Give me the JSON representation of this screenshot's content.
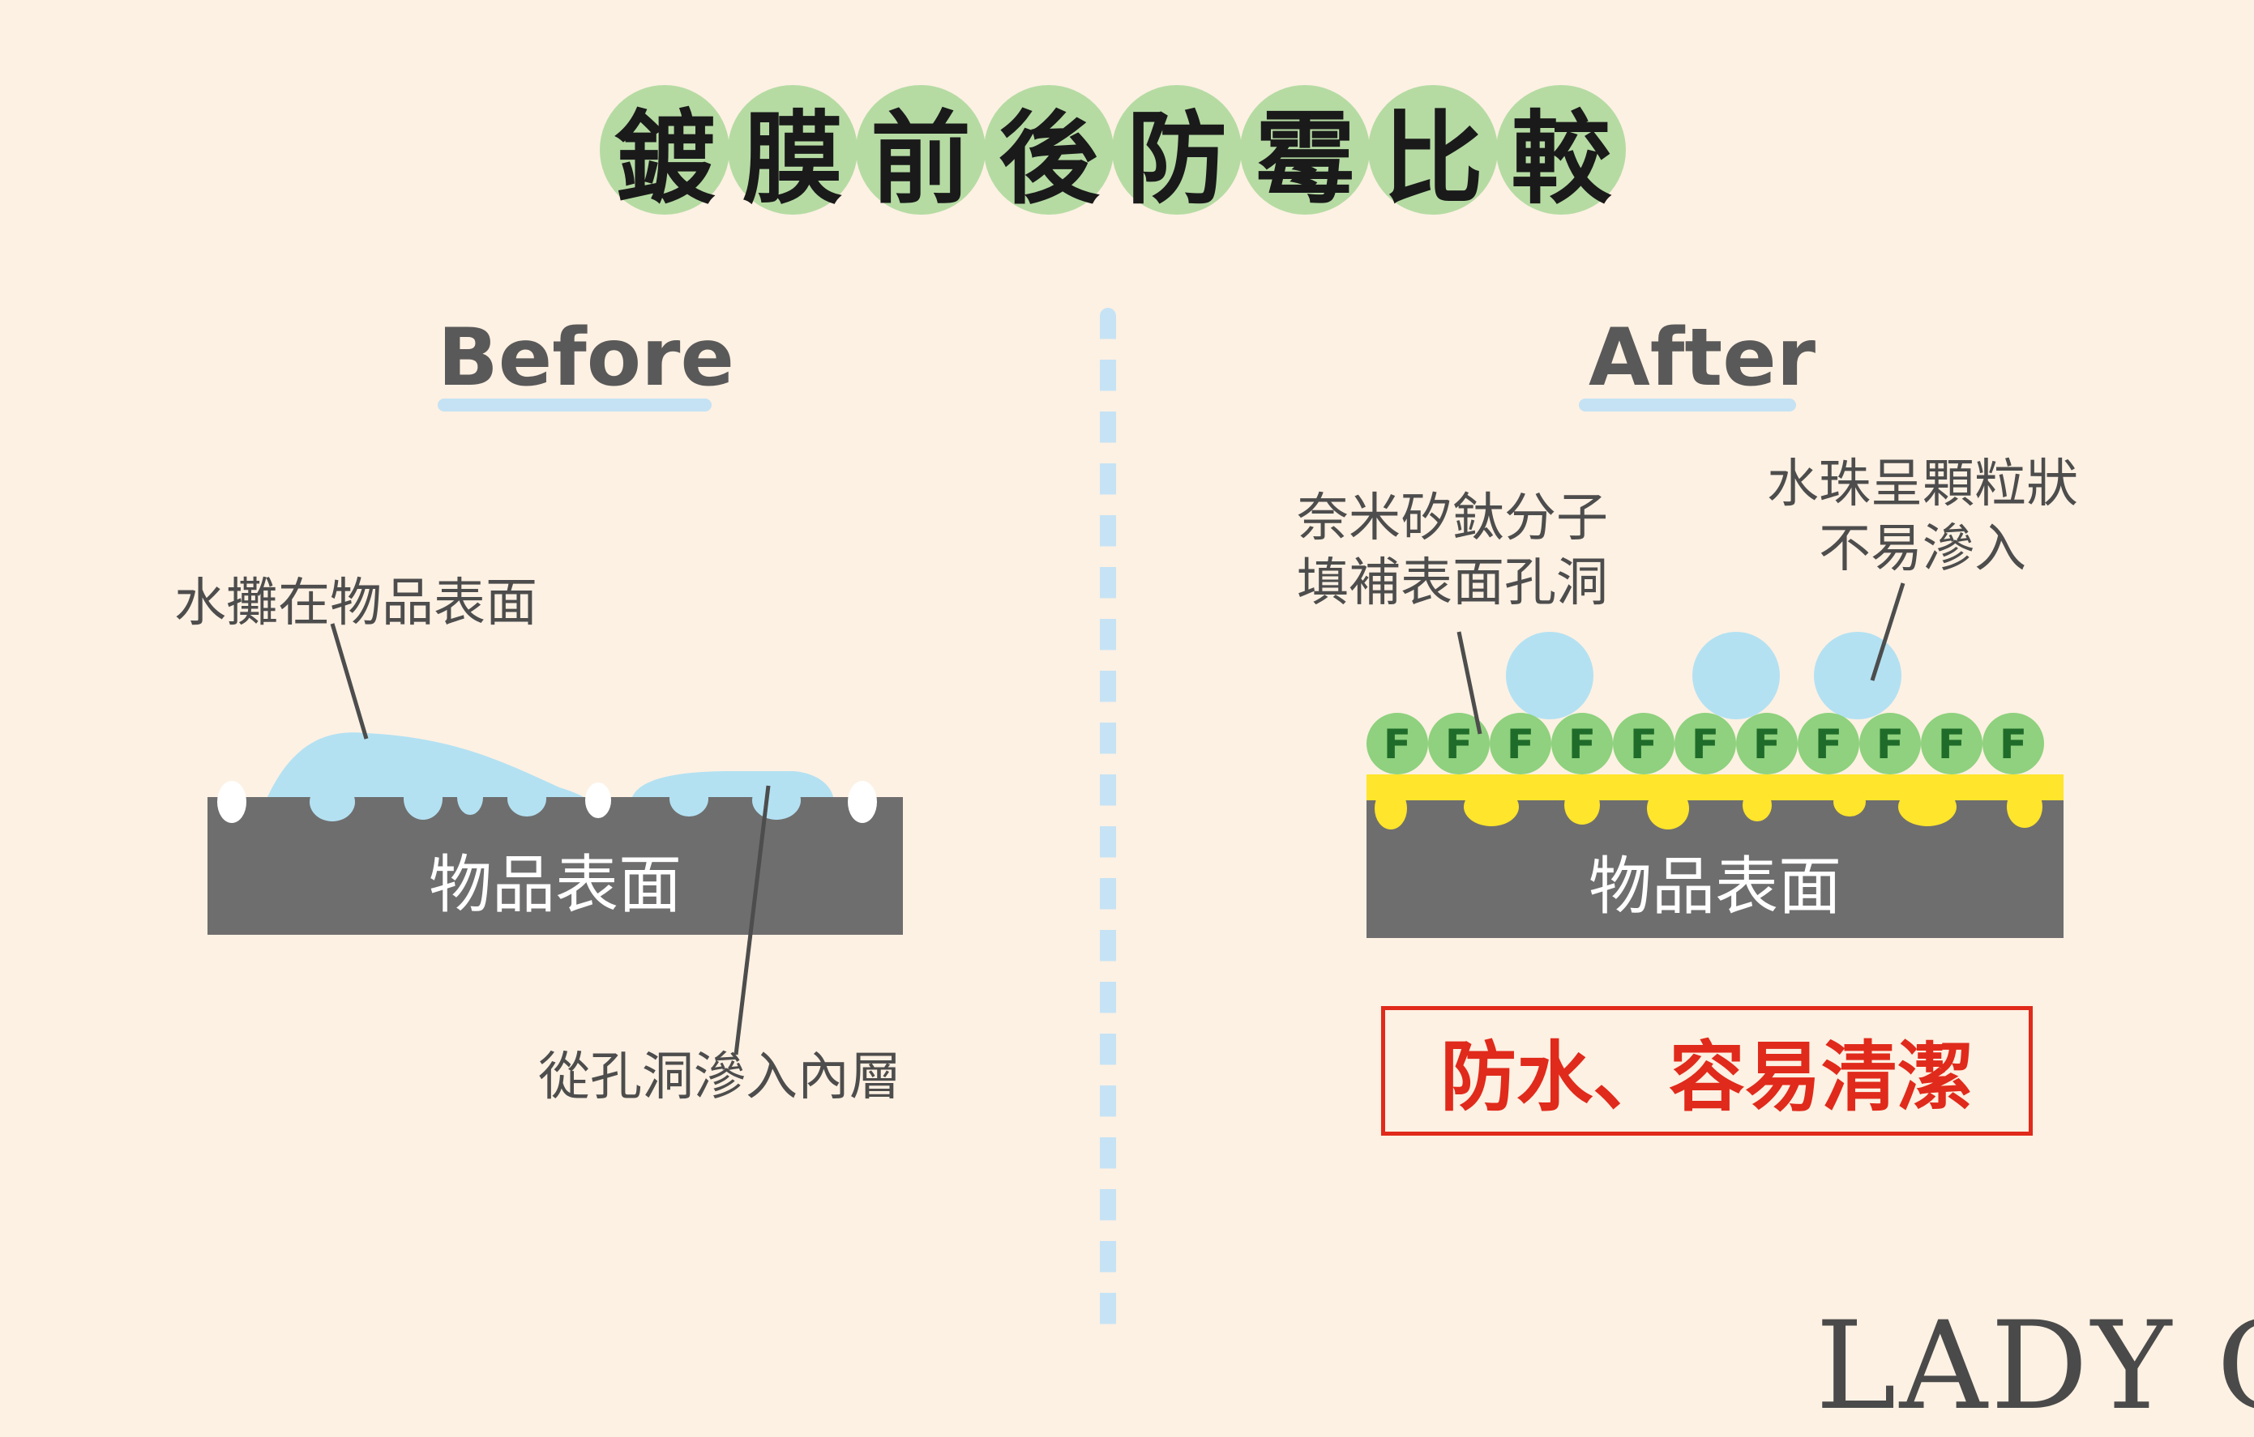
{
  "title": [
    "鍍",
    "膜",
    "前",
    "後",
    "防",
    "霉",
    "比",
    "較"
  ],
  "before": {
    "heading": "Before",
    "label_top": "水攤在物品表面",
    "label_bottom": "從孔洞滲入內層",
    "surface": "物品表面"
  },
  "after": {
    "heading": "After",
    "label_left_line1": "奈米矽鈦分子",
    "label_left_line2": "填補表面孔洞",
    "label_right_line1": "水珠呈顆粒狀",
    "label_right_line2": "不易滲入",
    "surface": "物品表面",
    "molecule_letter": "F",
    "slogan": "防水、容易清潔"
  },
  "logo": "LADY C",
  "colors": {
    "background": "#fdf1e3",
    "title_circle": "#b5dba3",
    "water": "#b3e1f2",
    "surface": "#6f6e6e",
    "coating": "#ffe52b",
    "molecule": "#8fd17e",
    "slogan_red": "#e02a1b"
  }
}
